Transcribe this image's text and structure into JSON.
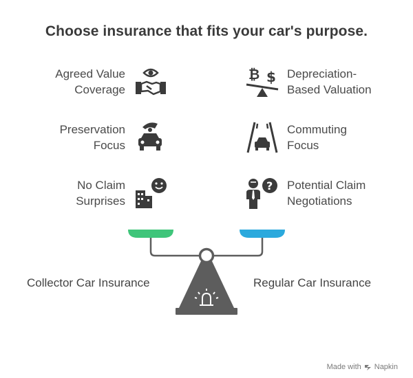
{
  "title": "Choose insurance that fits your car's purpose.",
  "left_items": [
    {
      "line1": "Agreed Value",
      "line2": "Coverage",
      "icon": "eye-handshake-icon"
    },
    {
      "line1": "Preservation",
      "line2": "Focus",
      "icon": "car-with-cover-icon"
    },
    {
      "line1": "No Claim",
      "line2": "Surprises",
      "icon": "building-smiley-icon"
    }
  ],
  "right_items": [
    {
      "line1": "Depreciation-",
      "line2": "Based Valuation",
      "icon": "bitcoin-dollar-seesaw-icon"
    },
    {
      "line1": "Commuting",
      "line2": "Focus",
      "icon": "car-on-road-icon"
    },
    {
      "line1": "Potential Claim",
      "line2": "Negotiations",
      "icon": "person-question-icon"
    }
  ],
  "left_option": "Collector Car Insurance",
  "right_option": "Regular Car Insurance",
  "watermark": "Made with",
  "watermark_brand": "Napkin",
  "colors": {
    "left_pan": "#3fc57a",
    "right_pan": "#2ba9dd",
    "scale": "#5d5d5d",
    "icon": "#3b3b3b"
  }
}
